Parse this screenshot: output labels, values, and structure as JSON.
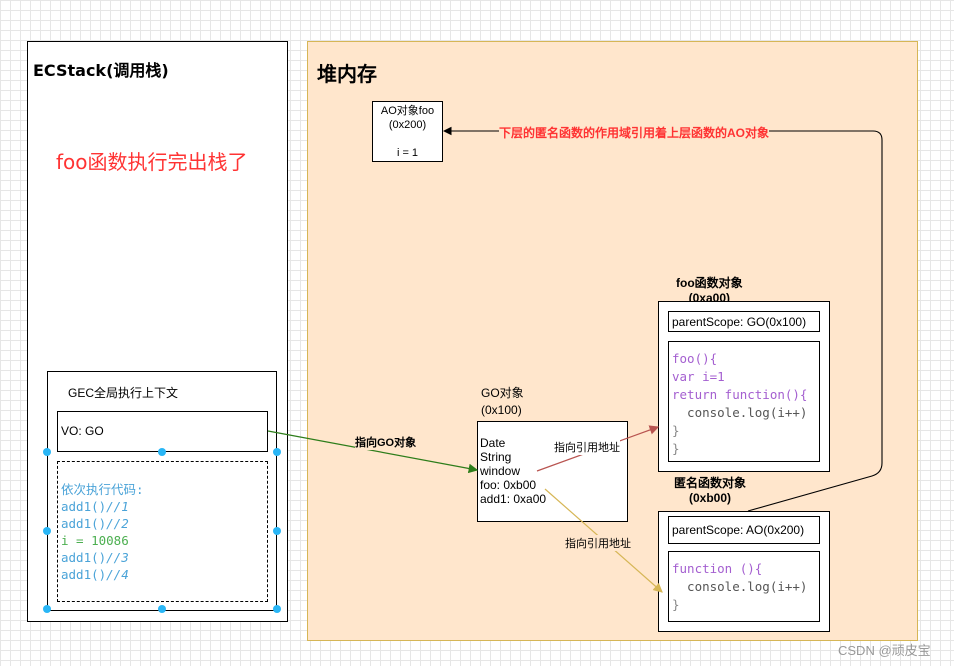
{
  "ecstack": {
    "title": "ECStack(调用栈)",
    "note": "foo函数执行完出栈了"
  },
  "heap": {
    "title": "堆内存"
  },
  "gec": {
    "title": "GEC全局执行上下文",
    "vo": "VO: GO",
    "code_header": "依次执行代码:",
    "code_lines": [
      {
        "call": "add1()",
        "comment": "//1"
      },
      {
        "call": "add1()",
        "comment": "//2"
      },
      {
        "call": "i = 10086",
        "comment": ""
      },
      {
        "call": "add1()",
        "comment": "//3"
      },
      {
        "call": "add1()",
        "comment": "//4"
      }
    ]
  },
  "ao_obj": {
    "line1": "AO对象foo",
    "line2": "(0x200)",
    "line3": "i = 1"
  },
  "go_obj": {
    "title_line1": "GO对象",
    "title_line2": "(0x100)",
    "lines": [
      "Date",
      "String",
      "window",
      "foo: 0xb00",
      "add1: 0xa00"
    ]
  },
  "foo_obj": {
    "title_line1": "foo函数对象",
    "title_line2": "(0xa00)",
    "scope": "parentScope: GO(0x100)",
    "code": [
      "foo(){",
      "var i=1",
      "return function(){",
      "  console.log(i++)",
      "}",
      "}"
    ]
  },
  "anon_obj": {
    "title_line1": "匿名函数对象",
    "title_line2": "(0xb00)",
    "scope": "parentScope: AO(0x200)",
    "code": [
      "function (){",
      "  console.log(i++)",
      "}"
    ]
  },
  "labels": {
    "go_pointer": "指向GO对象",
    "ref_addr_1": "指向引用地址",
    "ref_addr_2": "指向引用地址",
    "scope_note": "下层的匿名函数的作用域引用着上层函数的AO对象"
  },
  "colors": {
    "heap_bg": "#ffe6cc",
    "heap_border": "#d6b656",
    "note_red": "#ff3333",
    "arrow_green": "#2d7d1a",
    "arrow_red": "#b85450",
    "arrow_yellow": "#d6b656",
    "handle_blue": "#29b6f6"
  },
  "watermark": "CSDN @顽皮宝"
}
